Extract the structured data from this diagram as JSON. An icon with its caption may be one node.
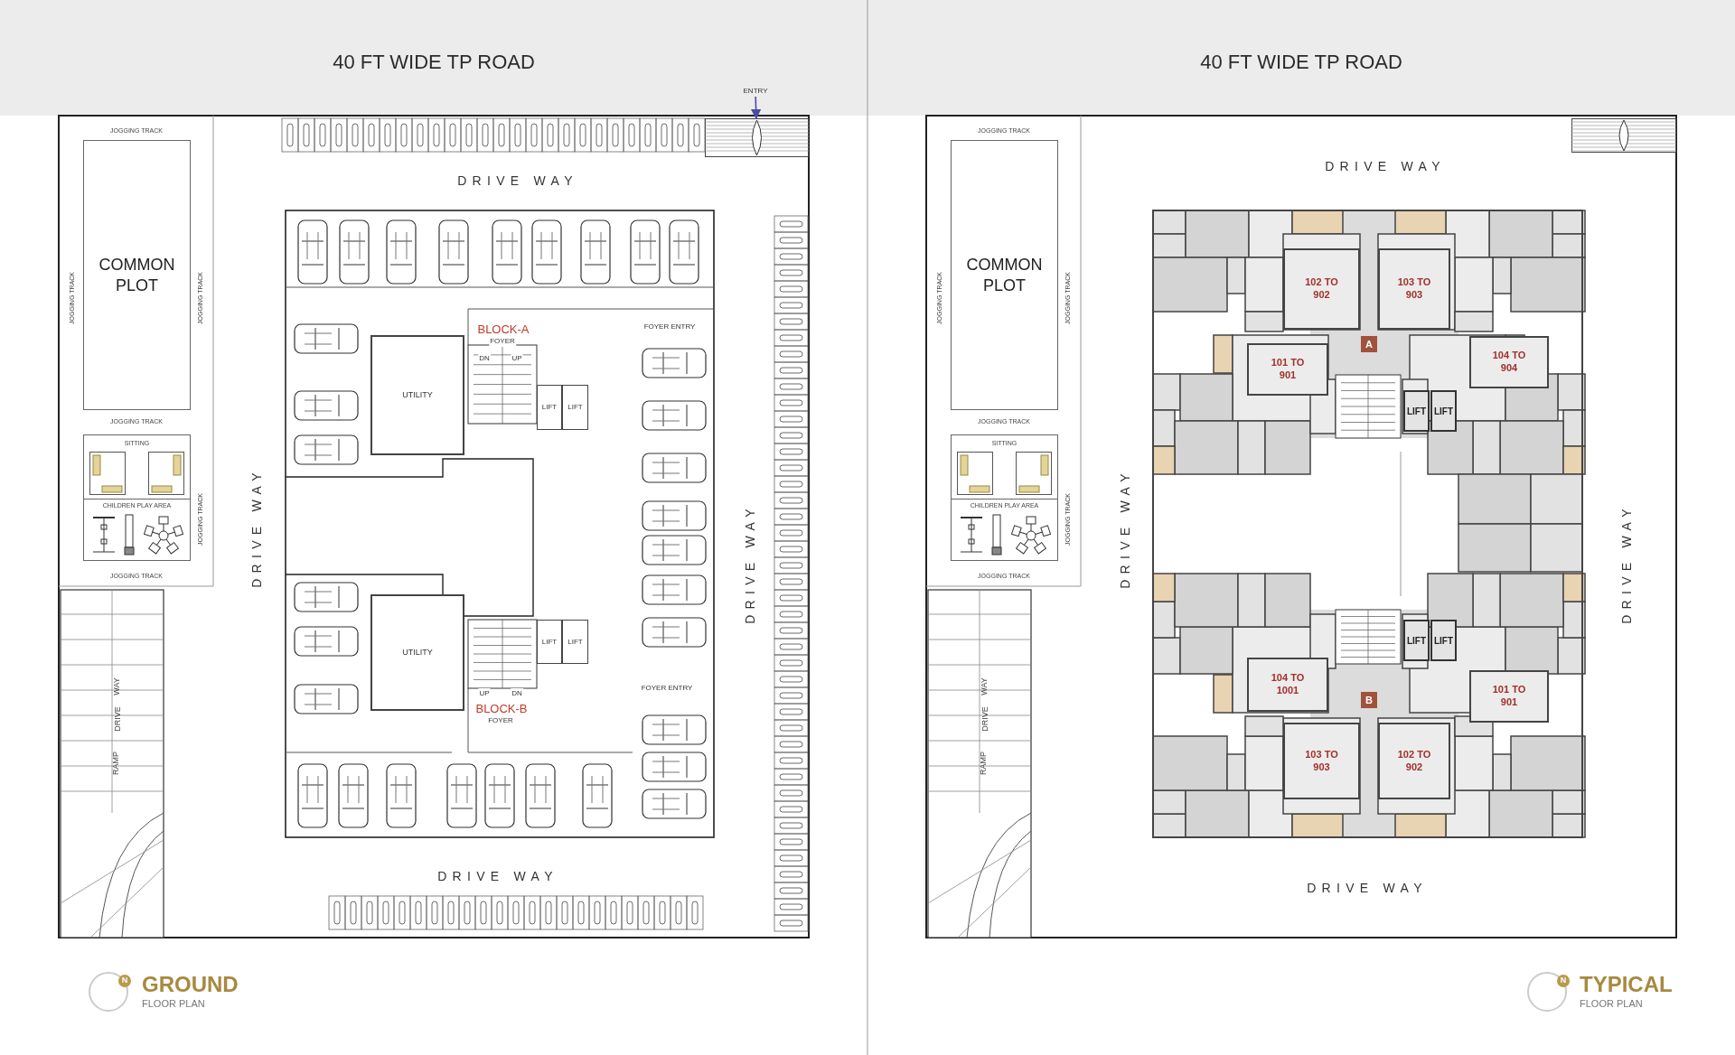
{
  "diagram": {
    "nodes": [
      {
        "text": [
          "COMMON PLOT"
        ]
      },
      {
        "text": [
          "SITTING"
        ]
      },
      {
        "text": [
          "CHILDREN PLAY AREA"
        ]
      },
      {
        "text": [
          "ENTRY"
        ]
      },
      {
        "text": [],
        "shape": "box"
      },
      {
        "text": [
          "UTILITY"
        ]
      },
      {
        "text": [
          "LIFT"
        ]
      },
      {
        "text": [
          "LIFT"
        ]
      },
      {
        "text": [
          "UTILITY"
        ]
      },
      {
        "text": [
          "LIFT"
        ]
      },
      {
        "text": [
          "LIFT"
        ]
      },
      {
        "text": [
          "COMMON PLOT"
        ]
      },
      {
        "text": [
          "SITTING"
        ]
      },
      {
        "text": [
          "CHILDREN PLAY AREA"
        ]
      },
      {
        "text": [
          "102 TO 902"
        ]
      },
      {
        "text": [
          "103 TO 903"
        ]
      },
      {
        "text": [
          "A"
        ]
      },
      {
        "text": [
          "101 TO 901"
        ]
      },
      {
        "text": [
          "104 TO 904"
        ]
      },
      {
        "text": [
          "LIFT"
        ]
      },
      {
        "text": [
          "LIFT"
        ]
      },
      {
        "text": [
          "LIFT"
        ]
      },
      {
        "text": [
          "LIFT"
        ]
      },
      {
        "text": [
          "104 TO 1001"
        ]
      },
      {
        "text": [
          "B"
        ]
      },
      {
        "text": [
          "101 TO 901"
        ]
      },
      {
        "text": [
          "103 TO 903"
        ]
      },
      {
        "text": [
          "102 TO 902"
        ]
      },
      {
        "text": [],
        "shape": "box"
      }
    ],
    "edges": [
      {
        "from": 3,
        "to": 4,
        "arrow": "to"
      }
    ],
    "labels": [
      "40 FT WIDE TP ROAD",
      "40 FT WIDE TP ROAD",
      "JOGGING TRACK",
      "JOGGING TRACK",
      "JOGGING TRACK",
      "JOGGING TRACK",
      "JOGGING TRACK",
      "JOGGING TRACK",
      "DRIVE WAY",
      "DRIVE WAY",
      "DRIVE WAY",
      "DRIVE WAY",
      "BLOCK-A",
      "FOYER",
      "DN",
      "UP",
      "FOYER ENTRY",
      "UP",
      "DN",
      "FOYER ENTRY",
      "BLOCK-B",
      "FOYER",
      "RAMP",
      "DRIVE",
      "WAY",
      "N",
      "GROUND",
      "FLOOR PLAN",
      "JOGGING TRACK",
      "JOGGING TRACK",
      "JOGGING TRACK",
      "JOGGING TRACK",
      "JOGGING TRACK",
      "JOGGING TRACK",
      "DRIVE WAY",
      "DRIVE WAY",
      "DRIVE WAY",
      "DRIVE WAY",
      "RAMP",
      "DRIVE",
      "WAY",
      "N",
      "TYPICAL",
      "FLOOR PLAN"
    ]
  }
}
